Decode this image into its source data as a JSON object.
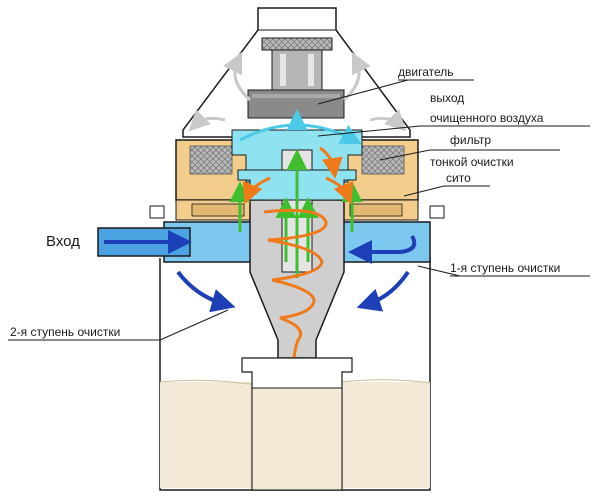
{
  "labels": {
    "motor": "двигатель",
    "outlet_line1": "выход",
    "outlet_line2": "очищенного воздуха",
    "filter_line1": "фильтр",
    "filter_line2": "тонкой очистки",
    "sieve": "сито",
    "inlet": "Вход",
    "stage1": "1-я ступень очистки",
    "stage2": "2-я ступень очистки"
  },
  "colors": {
    "outline": "#1a1a1a",
    "casing_fill": "#ffffff",
    "motor_housing": "#8a8a8a",
    "motor_fan": "#b5b5b5",
    "filter_body": "#f2cd8c",
    "filter_mesh": "#b9b9b9",
    "air_inlet": "#4aa3e0",
    "air_channel": "#7cc8ee",
    "clean_air": "#8fe3f0",
    "cyclone_cone": "#cfcfcf",
    "arrow_dirty": "#f07a1a",
    "arrow_clean": "#3fbf2f",
    "arrow_inlet": "#1d3fb8",
    "arrow_exhaust": "#c9c9c9",
    "dust": "#f3ead7"
  },
  "icons": [
    "motor-icon",
    "filter-mesh-icon",
    "cyclone-cone-icon",
    "dust-bin-icon"
  ]
}
